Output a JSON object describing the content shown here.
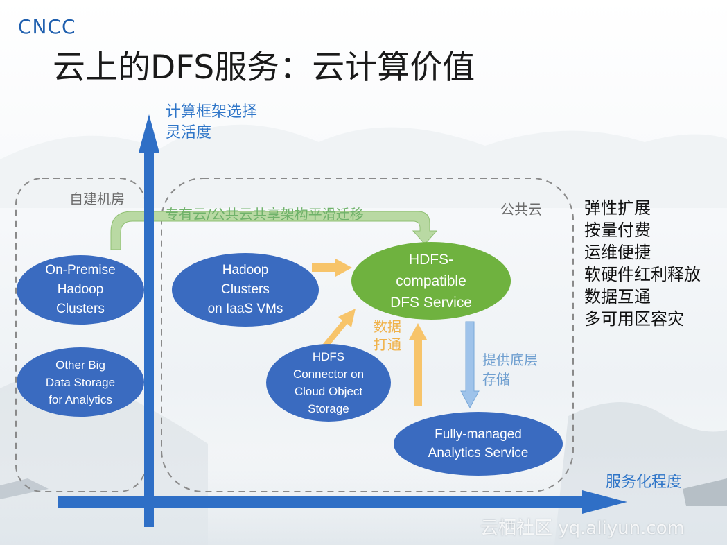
{
  "slide": {
    "logo": "CNCC",
    "title": "云上的DFS服务：云计算价值",
    "y_axis_label_line1": "计算框架选择",
    "y_axis_label_line2": "灵活度",
    "x_axis_label": "服务化程度",
    "on_prem_group_label": "自建机房",
    "public_cloud_group_label": "公共云",
    "migration_label": "专有云/公共云共享架构平滑迁移",
    "data_link_label_line1": "数据",
    "data_link_label_line2": "打通",
    "storage_label_line1": "提供底层",
    "storage_label_line2": "存储",
    "watermark": "云栖社区 yq.aliyun.com"
  },
  "nodes": {
    "on_premise_hadoop": "On-Premise\nHadoop\nClusters",
    "other_big_data": "Other Big\nData Storage\nfor Analytics",
    "hadoop_iaas": "Hadoop\nClusters\non IaaS VMs",
    "hdfs_dfs_service": "HDFS-\ncompatible\nDFS Service",
    "hdfs_connector": "HDFS\nConnector on\nCloud Object\nStorage",
    "analytics_service": "Fully-managed\nAnalytics Service"
  },
  "benefits": [
    "弹性扩展",
    "按量付费",
    "运维便捷",
    "软硬件红利释放",
    "数据互通",
    "多可用区容灾"
  ],
  "colors": {
    "blue_node": "#3a6bc0",
    "green_node": "#6fb23f",
    "axis_blue": "#2f6fc6",
    "green_arrow": "#b9d9a3",
    "orange_arrow": "#f7c46a",
    "lightblue_arrow": "#9fc3ea",
    "dashed_border": "#8a8a8a"
  }
}
